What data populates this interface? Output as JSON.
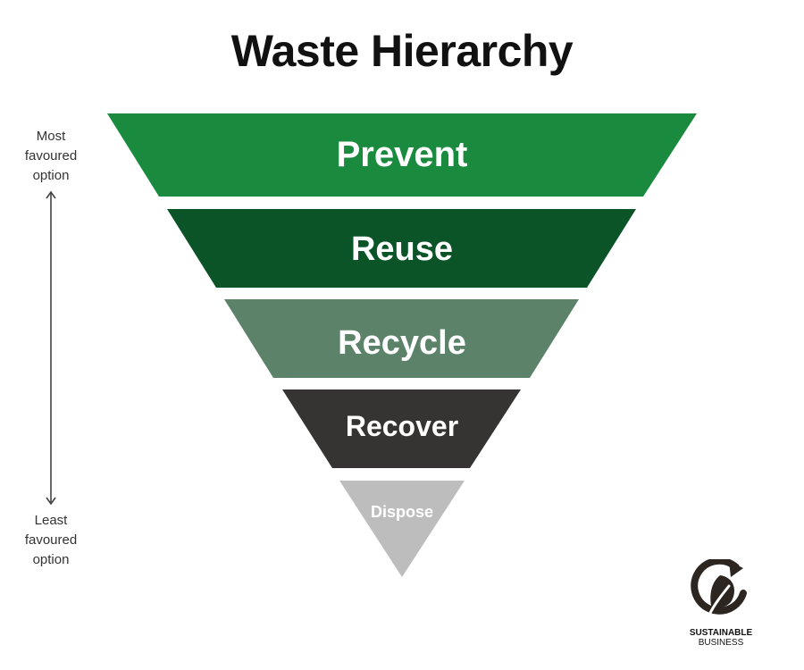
{
  "title": "Waste Hierarchy",
  "axis": {
    "top_label": [
      "Most",
      "favoured",
      "option"
    ],
    "bottom_label": [
      "Least",
      "favoured",
      "option"
    ]
  },
  "tiers": [
    {
      "label": "Prevent",
      "color": "#1a8a3e"
    },
    {
      "label": "Reuse",
      "color": "#0b5428"
    },
    {
      "label": "Recycle",
      "color": "#5c826a"
    },
    {
      "label": "Recover",
      "color": "#363432"
    },
    {
      "label": "Dispose",
      "color": "#bdbdbd"
    }
  ],
  "logo": {
    "icon": "leaf-cycle-icon",
    "line1": "SUSTAINABLE",
    "line2": "BUSINESS"
  }
}
